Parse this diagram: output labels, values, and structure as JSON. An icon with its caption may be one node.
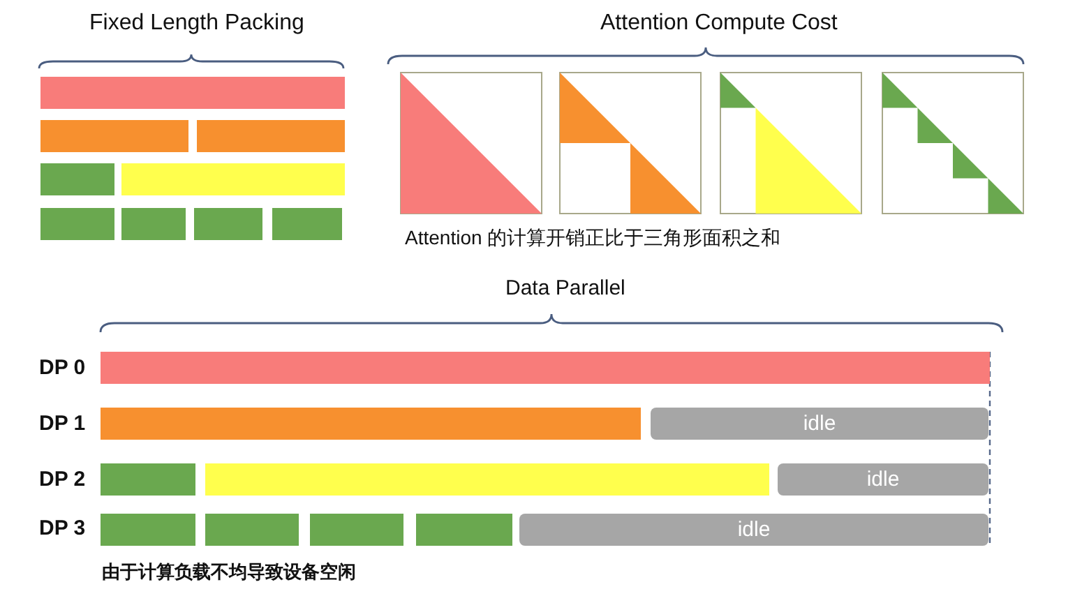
{
  "diagram": {
    "nodes": [
      {
        "text": [],
        "shape": "bar"
      },
      {
        "text": [],
        "shape": "bar"
      },
      {
        "text": [],
        "shape": "bar"
      },
      {
        "text": [],
        "shape": "bar"
      },
      {
        "text": [],
        "shape": "bar"
      },
      {
        "text": [],
        "shape": "bar"
      },
      {
        "text": [],
        "shape": "bar"
      },
      {
        "text": [],
        "shape": "bar"
      },
      {
        "text": [],
        "shape": "bar"
      },
      {
        "text": [],
        "shape": "bar"
      },
      {
        "text": [],
        "shape": "bar"
      },
      {
        "text": [
          "idle"
        ]
      },
      {
        "text": [],
        "shape": "bar"
      },
      {
        "text": [],
        "shape": "bar"
      },
      {
        "text": [
          "idle"
        ]
      },
      {
        "text": [],
        "shape": "bar"
      },
      {
        "text": [],
        "shape": "bar"
      },
      {
        "text": [],
        "shape": "bar"
      },
      {
        "text": [],
        "shape": "bar"
      },
      {
        "text": [
          "idle"
        ]
      }
    ],
    "labels": [
      "Fixed Length Packing",
      "Attention Compute Cost",
      "Attention 的计算开销正比于三角形面积之和",
      "Data Parallel",
      "DP 0",
      "DP 1",
      "DP 2",
      "DP 3",
      "由于计算负载不均导致设备空闲"
    ]
  }
}
